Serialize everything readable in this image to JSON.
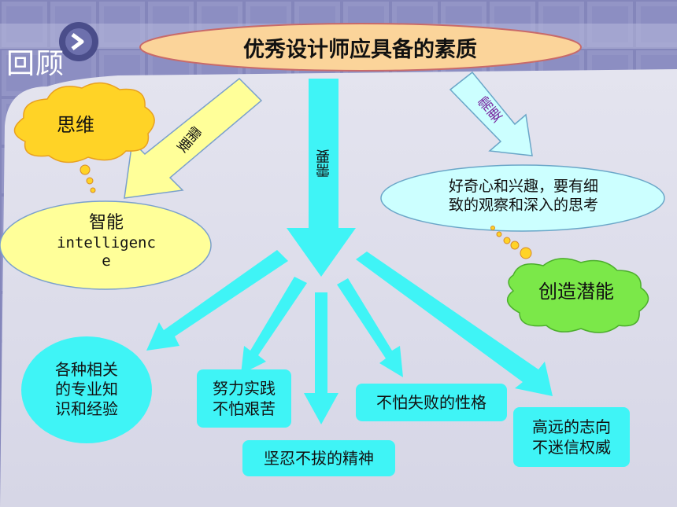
{
  "header": {
    "review_label": "回顾",
    "title": "优秀设计师应具备的素质"
  },
  "arrows": {
    "left_label": "需要",
    "center_label": "需要",
    "right_label": "需要"
  },
  "thinking": {
    "cloud_label": "思维",
    "ellipse_line1": "智能",
    "ellipse_line2": "intelligenc",
    "ellipse_line3": "e"
  },
  "creativity": {
    "ellipse_line1": "好奇心和兴趣，要有细",
    "ellipse_line2": "致的观察和深入的思考",
    "cloud_label": "创造潜能"
  },
  "qualities": [
    {
      "line1": "各种相关",
      "line2": "的专业知",
      "line3": "识和经验"
    },
    {
      "line1": "努力实践",
      "line2": "不怕艰苦"
    },
    {
      "line1": "坚忍不拔的精神"
    },
    {
      "line1": "不怕失败的性格"
    },
    {
      "line1": "高远的志向",
      "line2": "不迷信权威"
    }
  ],
  "colors": {
    "cyan": "#3ff4f6",
    "title_fill": "#fbd49a",
    "cloud_fill": "#ffd326",
    "yellow_arrow": "#ffff99",
    "light_cyan": "#ccffff",
    "green_cloud": "#7be849",
    "panel": "#ddddea"
  }
}
